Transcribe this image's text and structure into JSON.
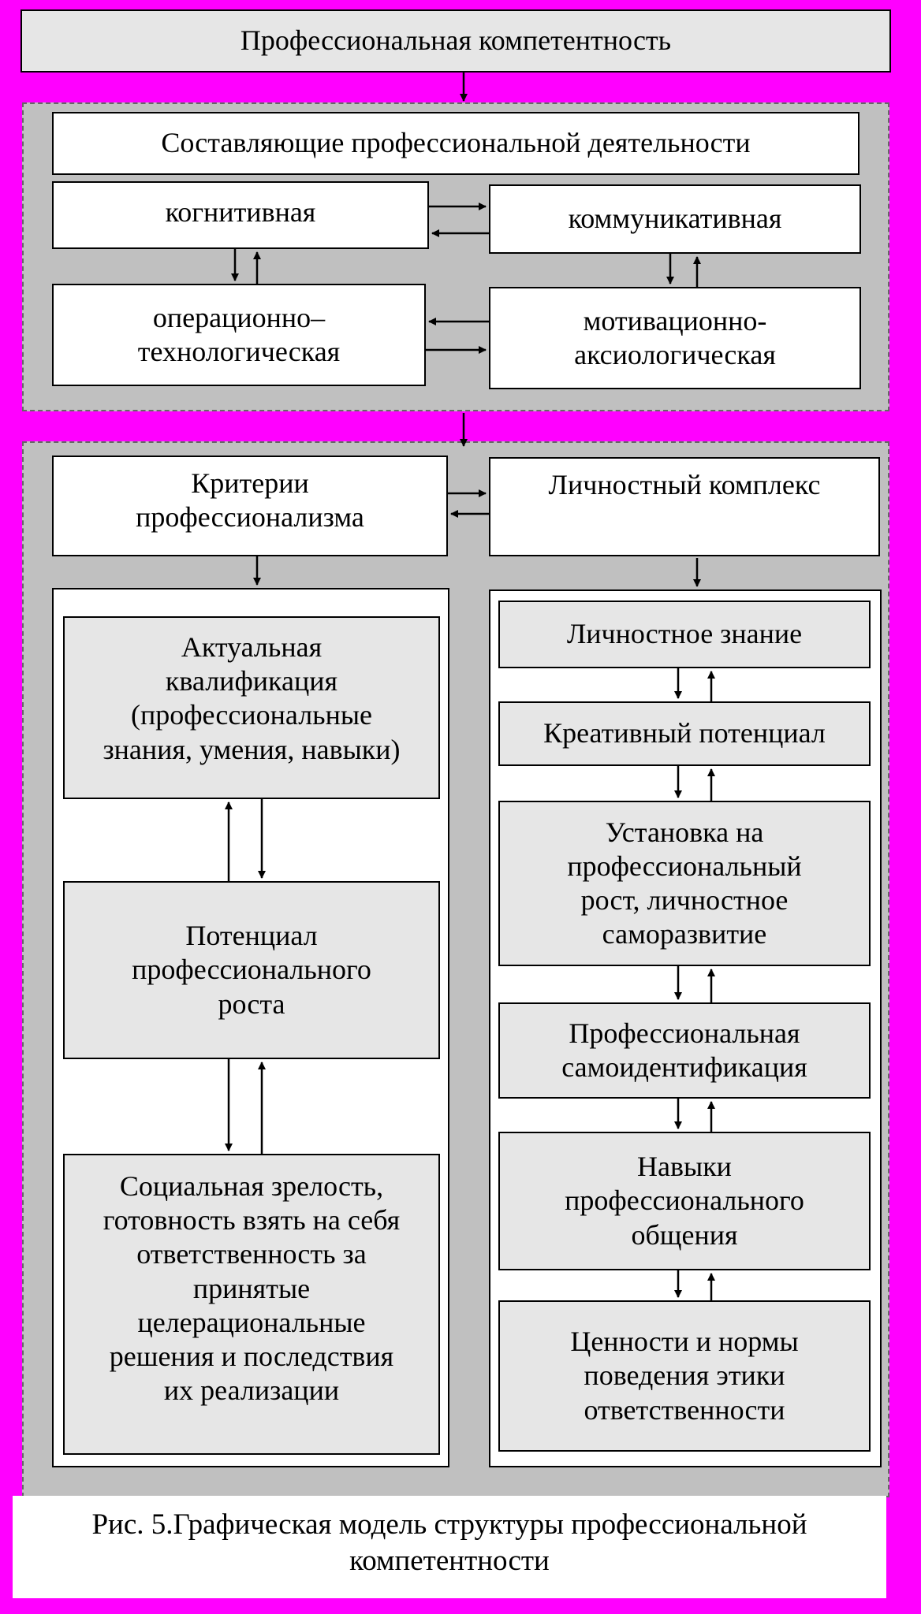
{
  "header": {
    "title": "Профессиональная компетентность"
  },
  "components": {
    "title": "Составляющие профессиональной деятельности",
    "cognitive": "когнитивная",
    "communicative": "коммуникативная",
    "operational": "операционно–\nтехнологическая",
    "motivational": "мотивационно-\nаксиологическая"
  },
  "criteria": {
    "title": "Критерии\nпрофессионализма",
    "items": [
      "Актуальная\nквалификация\n(профессиональные\nзнания, умения, навыки)",
      "Потенциал\nпрофессионального\nроста",
      "Социальная зрелость,\nготовность взять на себя\nответственность за\nпринятые\nцелерациональные\nрешения и последствия\nих реализации"
    ]
  },
  "personal": {
    "title": "Личностный комплекс",
    "items": [
      "Личностное знание",
      "Креативный потенциал",
      "Установка на\nпрофессиональный\nрост, личностное\nсаморазвитие",
      "Профессиональная\nсамоидентификация",
      "Навыки\nпрофессионального\nобщения",
      "Ценности и нормы\nповедения этики\nответственности"
    ]
  },
  "caption": "Рис. 5.Графическая модель структуры профессиональной\nкомпетентности",
  "colors": {
    "frame": "#ff00ff",
    "panel": "#c0c0c0",
    "item": "#e6e6e6"
  }
}
